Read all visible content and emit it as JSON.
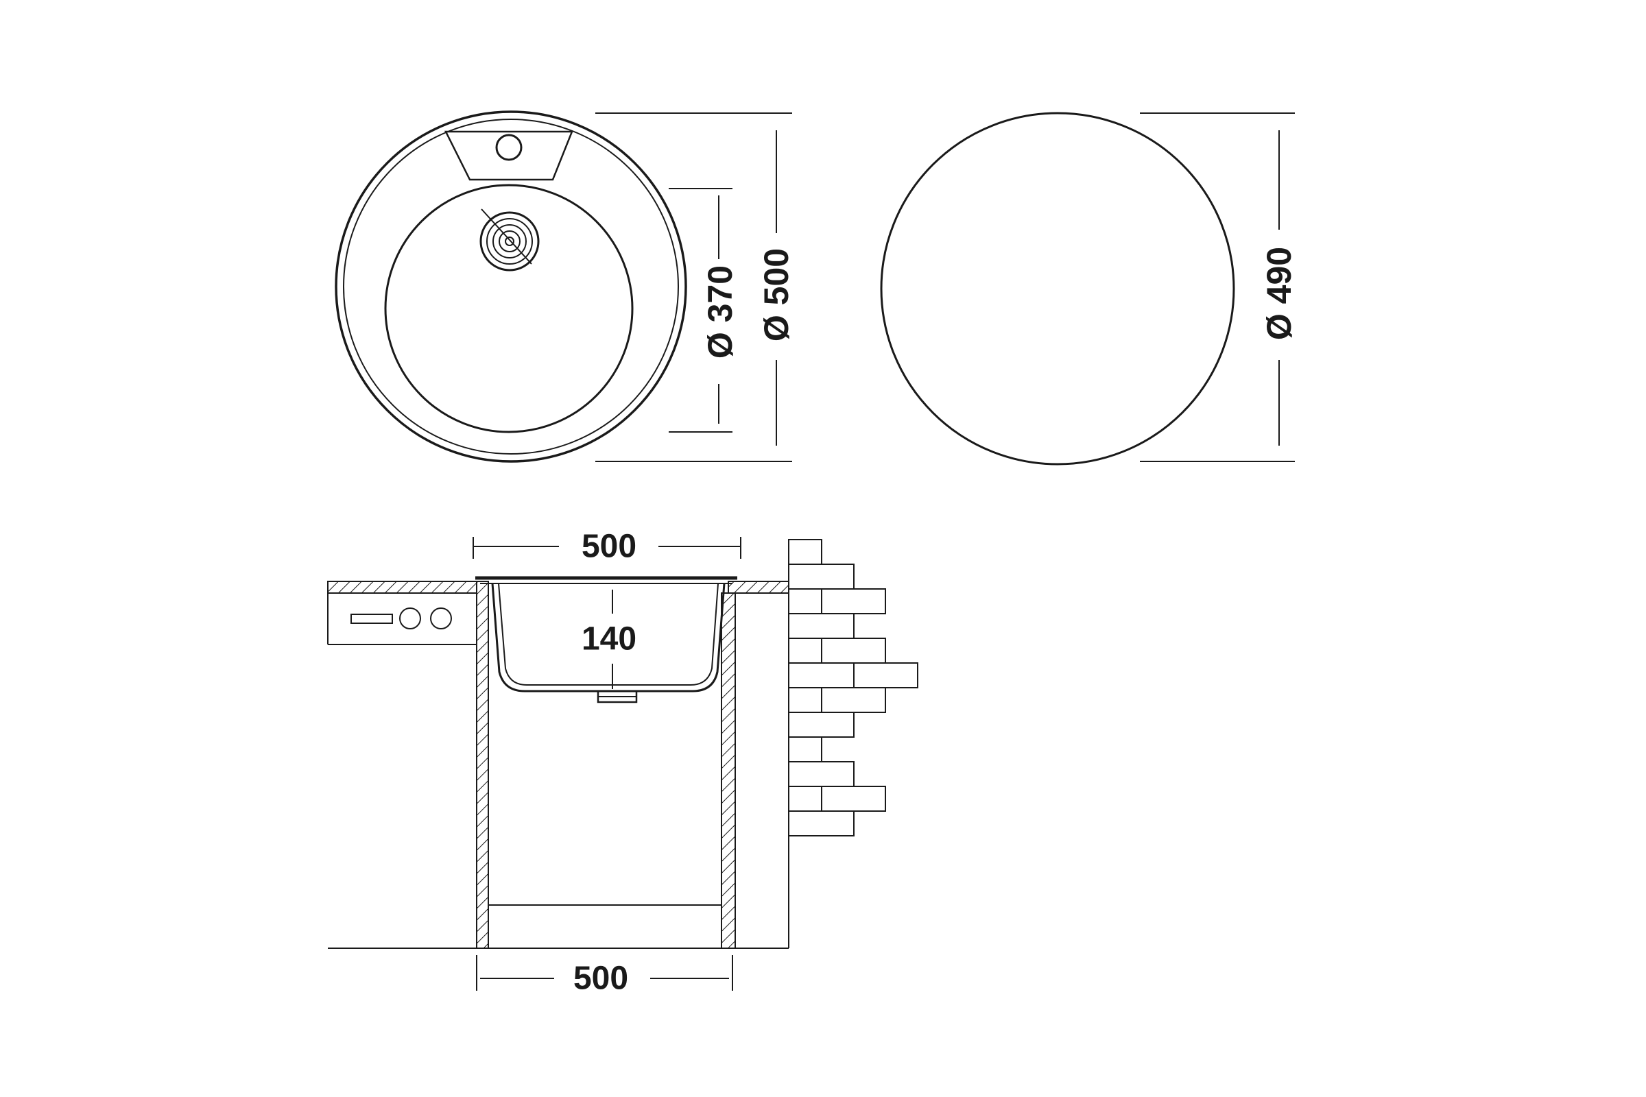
{
  "top_view": {
    "dimensions": {
      "bowl_diameter": {
        "symbol": "Ø",
        "value": "370"
      },
      "outer_diameter": {
        "symbol": "Ø",
        "value": "500"
      }
    }
  },
  "cutout_view": {
    "dimensions": {
      "cutout_diameter": {
        "symbol": "Ø",
        "value": "490"
      }
    }
  },
  "side_view": {
    "dimensions": {
      "top_width": "500",
      "bowl_depth": "140",
      "cabinet_width": "500"
    }
  }
}
